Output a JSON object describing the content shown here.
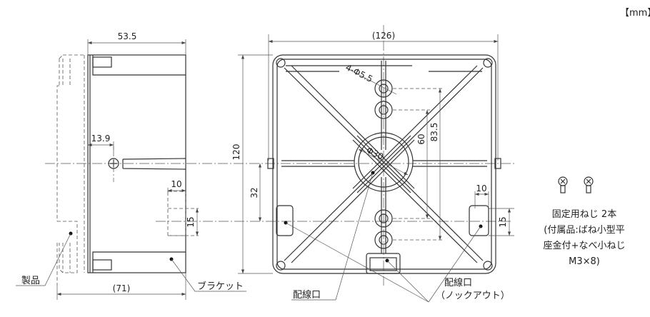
{
  "unit_label": "【mm】",
  "side_view": {
    "width_dim": "53.5",
    "screw_offset_dim": "13.9",
    "total_depth_dim": "(71)",
    "slot_width_dim": "10",
    "slot_height_dim": "15",
    "product_label": "製品",
    "bracket_label": "ブラケット"
  },
  "front_view": {
    "overall_width_dim": "(126)",
    "height_dim": "120",
    "hole_label": "4-Φ5.5",
    "center_hole_label": "Φ30",
    "pitch_inner_dim": "60",
    "pitch_outer_dim": "83.5",
    "offset_dim": "32",
    "slot_width_dim": "10",
    "slot_height_dim": "15",
    "wiring_port_label": "配線口",
    "knockout_label_1": "配線口",
    "knockout_label_2": "（ノックアウト）"
  },
  "accessory": {
    "line1": "固定用ねじ 2本",
    "line2": "(付属品:ばね小型平",
    "line3": "座金付+なべ小ねじ",
    "line4": "M3×8)"
  }
}
